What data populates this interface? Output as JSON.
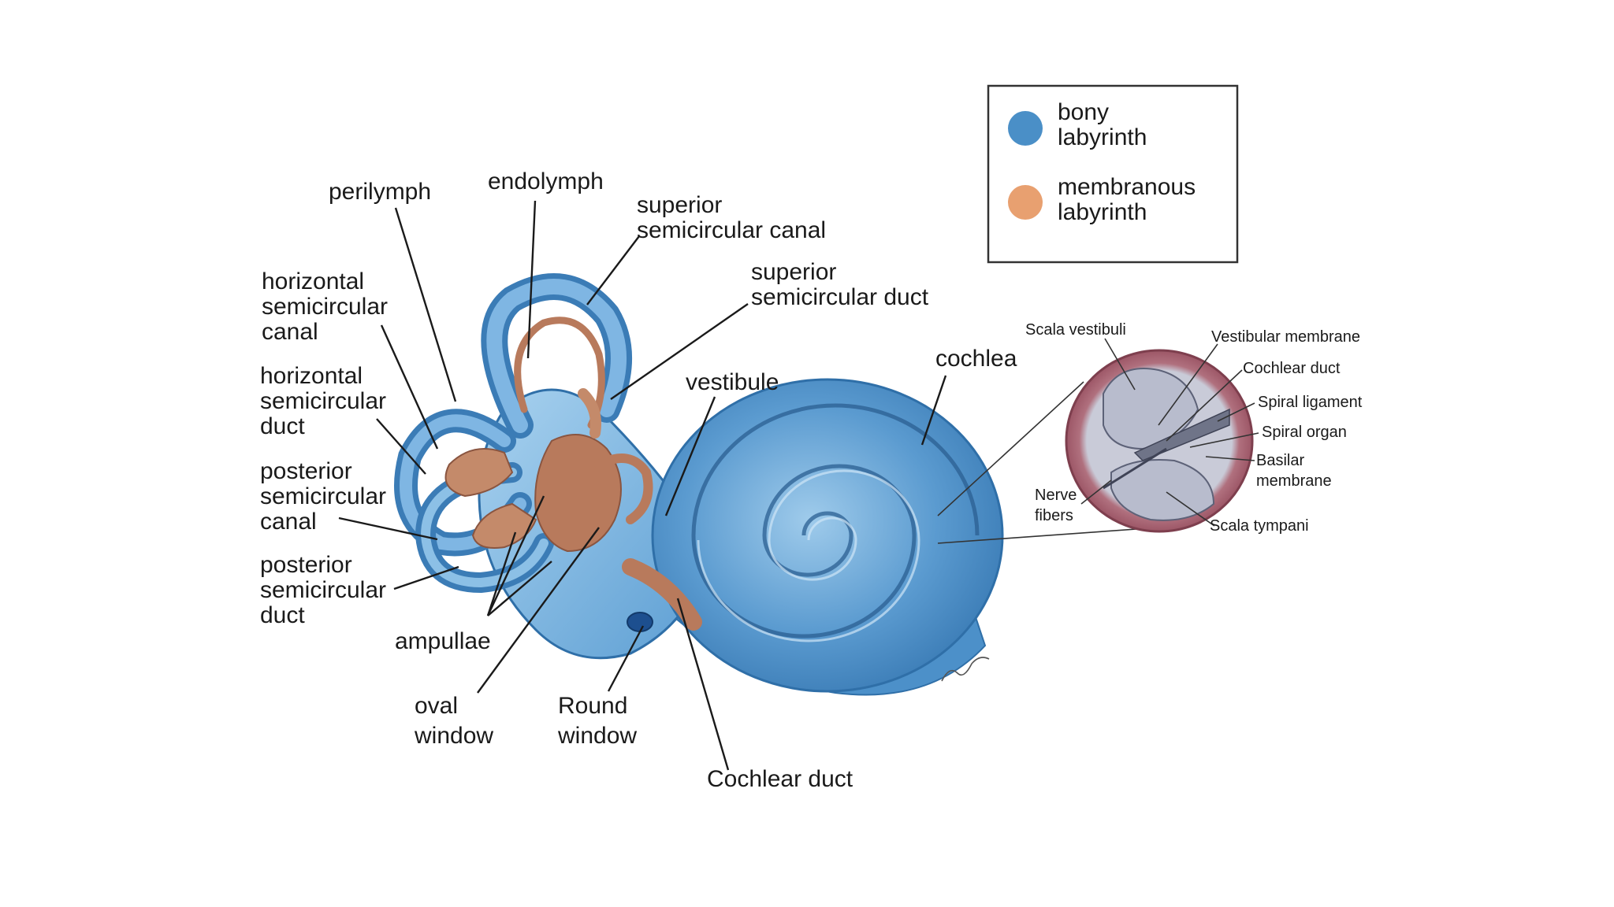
{
  "colors": {
    "bony": "#4a8fc7",
    "bony_dark": "#2f6fa8",
    "bony_light": "#8cc0e6",
    "membranous": "#e8a070",
    "membranous_tissue": "#b87a5c",
    "cross_section_ring": "#b0707e",
    "cross_section_inner": "#c9cbd8"
  },
  "legend": {
    "bony": {
      "line1": "bony",
      "line2": "labyrinth"
    },
    "membranous": {
      "line1": "membranous",
      "line2": "labyrinth"
    }
  },
  "labels": {
    "perilymph": "perilymph",
    "endolymph": "endolymph",
    "superior_canal": {
      "line1": "superior",
      "line2": "semicircular canal"
    },
    "superior_duct": {
      "line1": "superior",
      "line2": "semicircular duct"
    },
    "horizontal_canal": {
      "line1": "horizontal",
      "line2": "semicircular",
      "line3": "canal"
    },
    "horizontal_duct": {
      "line1": "horizontal",
      "line2": "semicircular",
      "line3": "duct"
    },
    "posterior_canal": {
      "line1": "posterior",
      "line2": "semicircular",
      "line3": "canal"
    },
    "posterior_duct": {
      "line1": "posterior",
      "line2": "semicircular",
      "line3": "duct"
    },
    "ampullae": "ampullae",
    "oval_window": {
      "line1": "oval",
      "line2": "window"
    },
    "round_window": {
      "line1": "Round",
      "line2": "window"
    },
    "cochlear_duct": "Cochlear duct",
    "vestibule": "vestibule",
    "cochlea": "cochlea"
  },
  "cross_section": {
    "scala_vestibuli": "Scala vestibuli",
    "vestibular_membrane": "Vestibular membrane",
    "cochlear_duct": "Cochlear duct",
    "spiral_ligament": "Spiral ligament",
    "spiral_organ": "Spiral organ",
    "basilar_membrane": {
      "line1": "Basilar",
      "line2": "membrane"
    },
    "nerve_fibers": {
      "line1": "Nerve",
      "line2": "fibers"
    },
    "scala_tympani": "Scala tympani"
  }
}
